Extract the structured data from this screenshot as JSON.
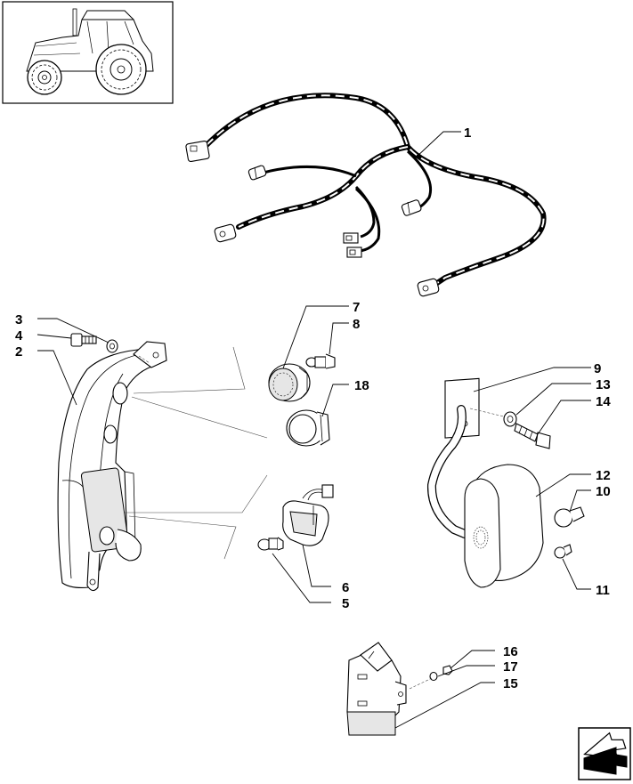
{
  "callouts": [
    {
      "id": "c1",
      "label": "1"
    },
    {
      "id": "c2",
      "label": "2"
    },
    {
      "id": "c3",
      "label": "3"
    },
    {
      "id": "c4",
      "label": "4"
    },
    {
      "id": "c5",
      "label": "5"
    },
    {
      "id": "c6",
      "label": "6"
    },
    {
      "id": "c7",
      "label": "7"
    },
    {
      "id": "c8",
      "label": "8"
    },
    {
      "id": "c9",
      "label": "9"
    },
    {
      "id": "c10",
      "label": "10"
    },
    {
      "id": "c11",
      "label": "11"
    },
    {
      "id": "c12",
      "label": "12"
    },
    {
      "id": "c13",
      "label": "13"
    },
    {
      "id": "c14",
      "label": "14"
    },
    {
      "id": "c15",
      "label": "15"
    },
    {
      "id": "c16",
      "label": "16"
    },
    {
      "id": "c17",
      "label": "17"
    },
    {
      "id": "c18",
      "label": "18"
    }
  ],
  "parts": {
    "wiring_harness": "part-1",
    "lamp_bracket": "part-2",
    "washer": "part-3",
    "bolt": "part-4",
    "bulb_small": "part-5",
    "lamp_holder": "part-6",
    "work_lamp_lens": "part-7",
    "bulb_8": "part-8",
    "mounting_plate": "part-9",
    "bulb_10": "part-10",
    "bulb_11": "part-11",
    "rear_lamp": "part-12",
    "washer_13": "part-13",
    "screw_14": "part-14",
    "relay": "part-15",
    "nut_16": "part-16",
    "washer_17": "part-17",
    "lamp_18": "part-18"
  },
  "icons": {
    "thumbnail": "tractor-thumbnail-icon",
    "next_page": "next-page-arrow-icon"
  },
  "colors": {
    "line": "#000000",
    "background": "#ffffff"
  }
}
